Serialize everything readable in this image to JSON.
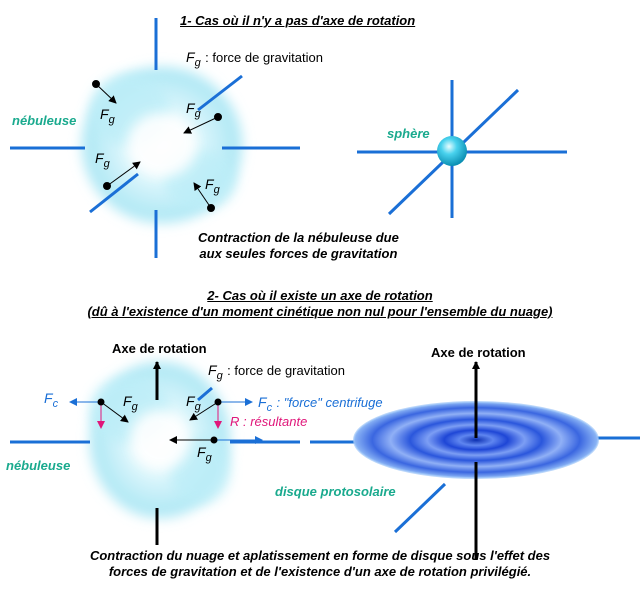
{
  "section1": {
    "heading": "1- Cas où il n'y a pas d'axe de rotation",
    "label_nebuleuse": "nébuleuse",
    "label_sphere": "sphère",
    "fg_symbol": "F",
    "fg_sub": "g",
    "fg_legend": ": force de gravitation",
    "caption_line1": "Contraction de la nébuleuse due",
    "caption_line2": "aux seules forces de gravitation"
  },
  "section2": {
    "heading_line1": "2- Cas où il existe un axe de rotation",
    "heading_line2": "(dû à l'existence d'un moment cinétique non nul pour l'ensemble du nuage)",
    "axis_label_left": "Axe de rotation",
    "axis_label_right": "Axe de rotation",
    "fg_legend": ": force de gravitation",
    "fc_symbol": "F",
    "fc_sub": "c",
    "fc_legend": ": \"force\" centrifuge",
    "r_legend": "R : résultante",
    "label_nebuleuse": "nébuleuse",
    "label_disque": "disque protosolaire",
    "caption_line1": "Contraction du nuage et aplatissement en forme de disque sous l'effet des",
    "caption_line2": "forces de gravitation et de l'existence d'un axe de rotation privilégié."
  },
  "colors": {
    "axis_blue": "#1a6fd6",
    "cloud_cyan": "#b5ecf7",
    "teal_label": "#1aaa8e",
    "pink": "#e0177a",
    "disk_blue": "#2a55e0"
  }
}
